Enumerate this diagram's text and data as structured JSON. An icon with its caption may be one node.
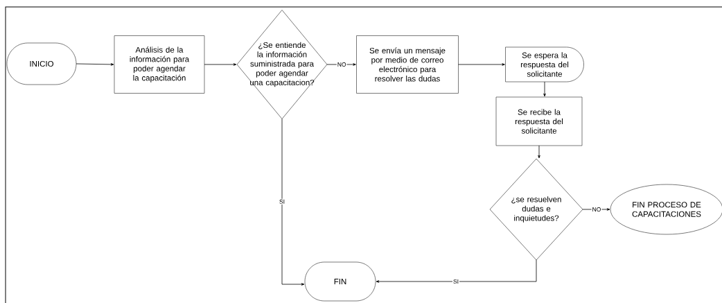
{
  "diagram": {
    "nodes": [
      {
        "text": [
          "INICIO"
        ]
      },
      {
        "text": [
          "Análisis  de la información para poder agendar la capacitación"
        ]
      },
      {
        "text": [
          "¿Se entiende la información suministrada para poder agendar una capacitacion?"
        ]
      },
      {
        "text": [
          "Se envía un mensaje por medio de correo electrónico para resolver las dudas"
        ]
      },
      {
        "text": [
          "Se espera la respuesta del solicitante"
        ]
      },
      {
        "text": [
          "Se recibe la respuesta del solicitante"
        ]
      },
      {
        "text": [
          "¿se resuelven dudas e inquietudes?"
        ]
      },
      {
        "text": [
          "FIN PROCESO DE CAPACITACIONES"
        ]
      },
      {
        "text": [
          "FIN"
        ]
      }
    ],
    "edges": [
      {
        "from": 0,
        "to": 1,
        "arrow": "to"
      },
      {
        "from": 1,
        "to": 2,
        "arrow": "to"
      },
      {
        "from": 2,
        "to": 3,
        "arrow": "to",
        "label": "NO"
      },
      {
        "from": 3,
        "to": 4,
        "arrow": "to"
      },
      {
        "from": 4,
        "to": 5,
        "arrow": "to"
      },
      {
        "from": 5,
        "to": 6,
        "arrow": "to"
      },
      {
        "from": 6,
        "to": 7,
        "arrow": "to",
        "label": "NO"
      },
      {
        "from": 6,
        "to": 8,
        "arrow": "to",
        "label": "SI"
      },
      {
        "from": 2,
        "to": 8,
        "arrow": "to",
        "label": "SI"
      }
    ]
  }
}
